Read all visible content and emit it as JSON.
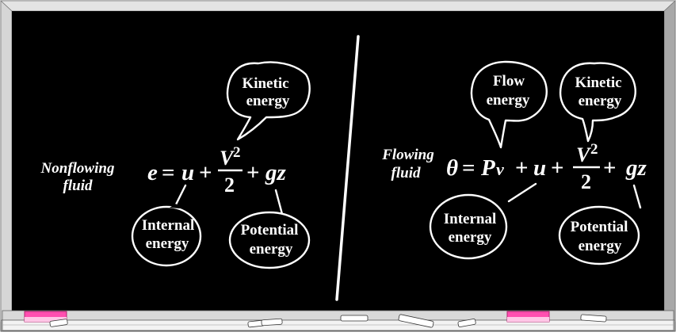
{
  "left": {
    "side_label": [
      "Nonflowing",
      "fluid"
    ],
    "equation": {
      "e": "e",
      "eq": "=",
      "u": "u",
      "plus1": "+",
      "V": "V",
      "sq": "2",
      "den": "2",
      "plus2": "+",
      "gz": "gz"
    },
    "callouts": {
      "kinetic": [
        "Kinetic",
        "energy"
      ],
      "internal": [
        "Internal",
        "energy"
      ],
      "potential": [
        "Potential",
        "energy"
      ]
    }
  },
  "right": {
    "side_label": [
      "Flowing",
      "fluid"
    ],
    "equation": {
      "theta": "θ",
      "eq": "=",
      "Pv": "P",
      "v": "v",
      "plus0": "+",
      "u": "u",
      "plus1": "+",
      "V": "V",
      "sq": "2",
      "den": "2",
      "plus2": "+",
      "gz": "gz"
    },
    "callouts": {
      "flow": [
        "Flow",
        "energy"
      ],
      "kinetic": [
        "Kinetic",
        "energy"
      ],
      "internal": [
        "Internal",
        "energy"
      ],
      "potential": [
        "Potential",
        "energy"
      ]
    }
  },
  "colors": {
    "board": "#000000",
    "frame": "#c8c8c8",
    "chalk": "#ffffff",
    "eraser": "#ff4fb0"
  }
}
